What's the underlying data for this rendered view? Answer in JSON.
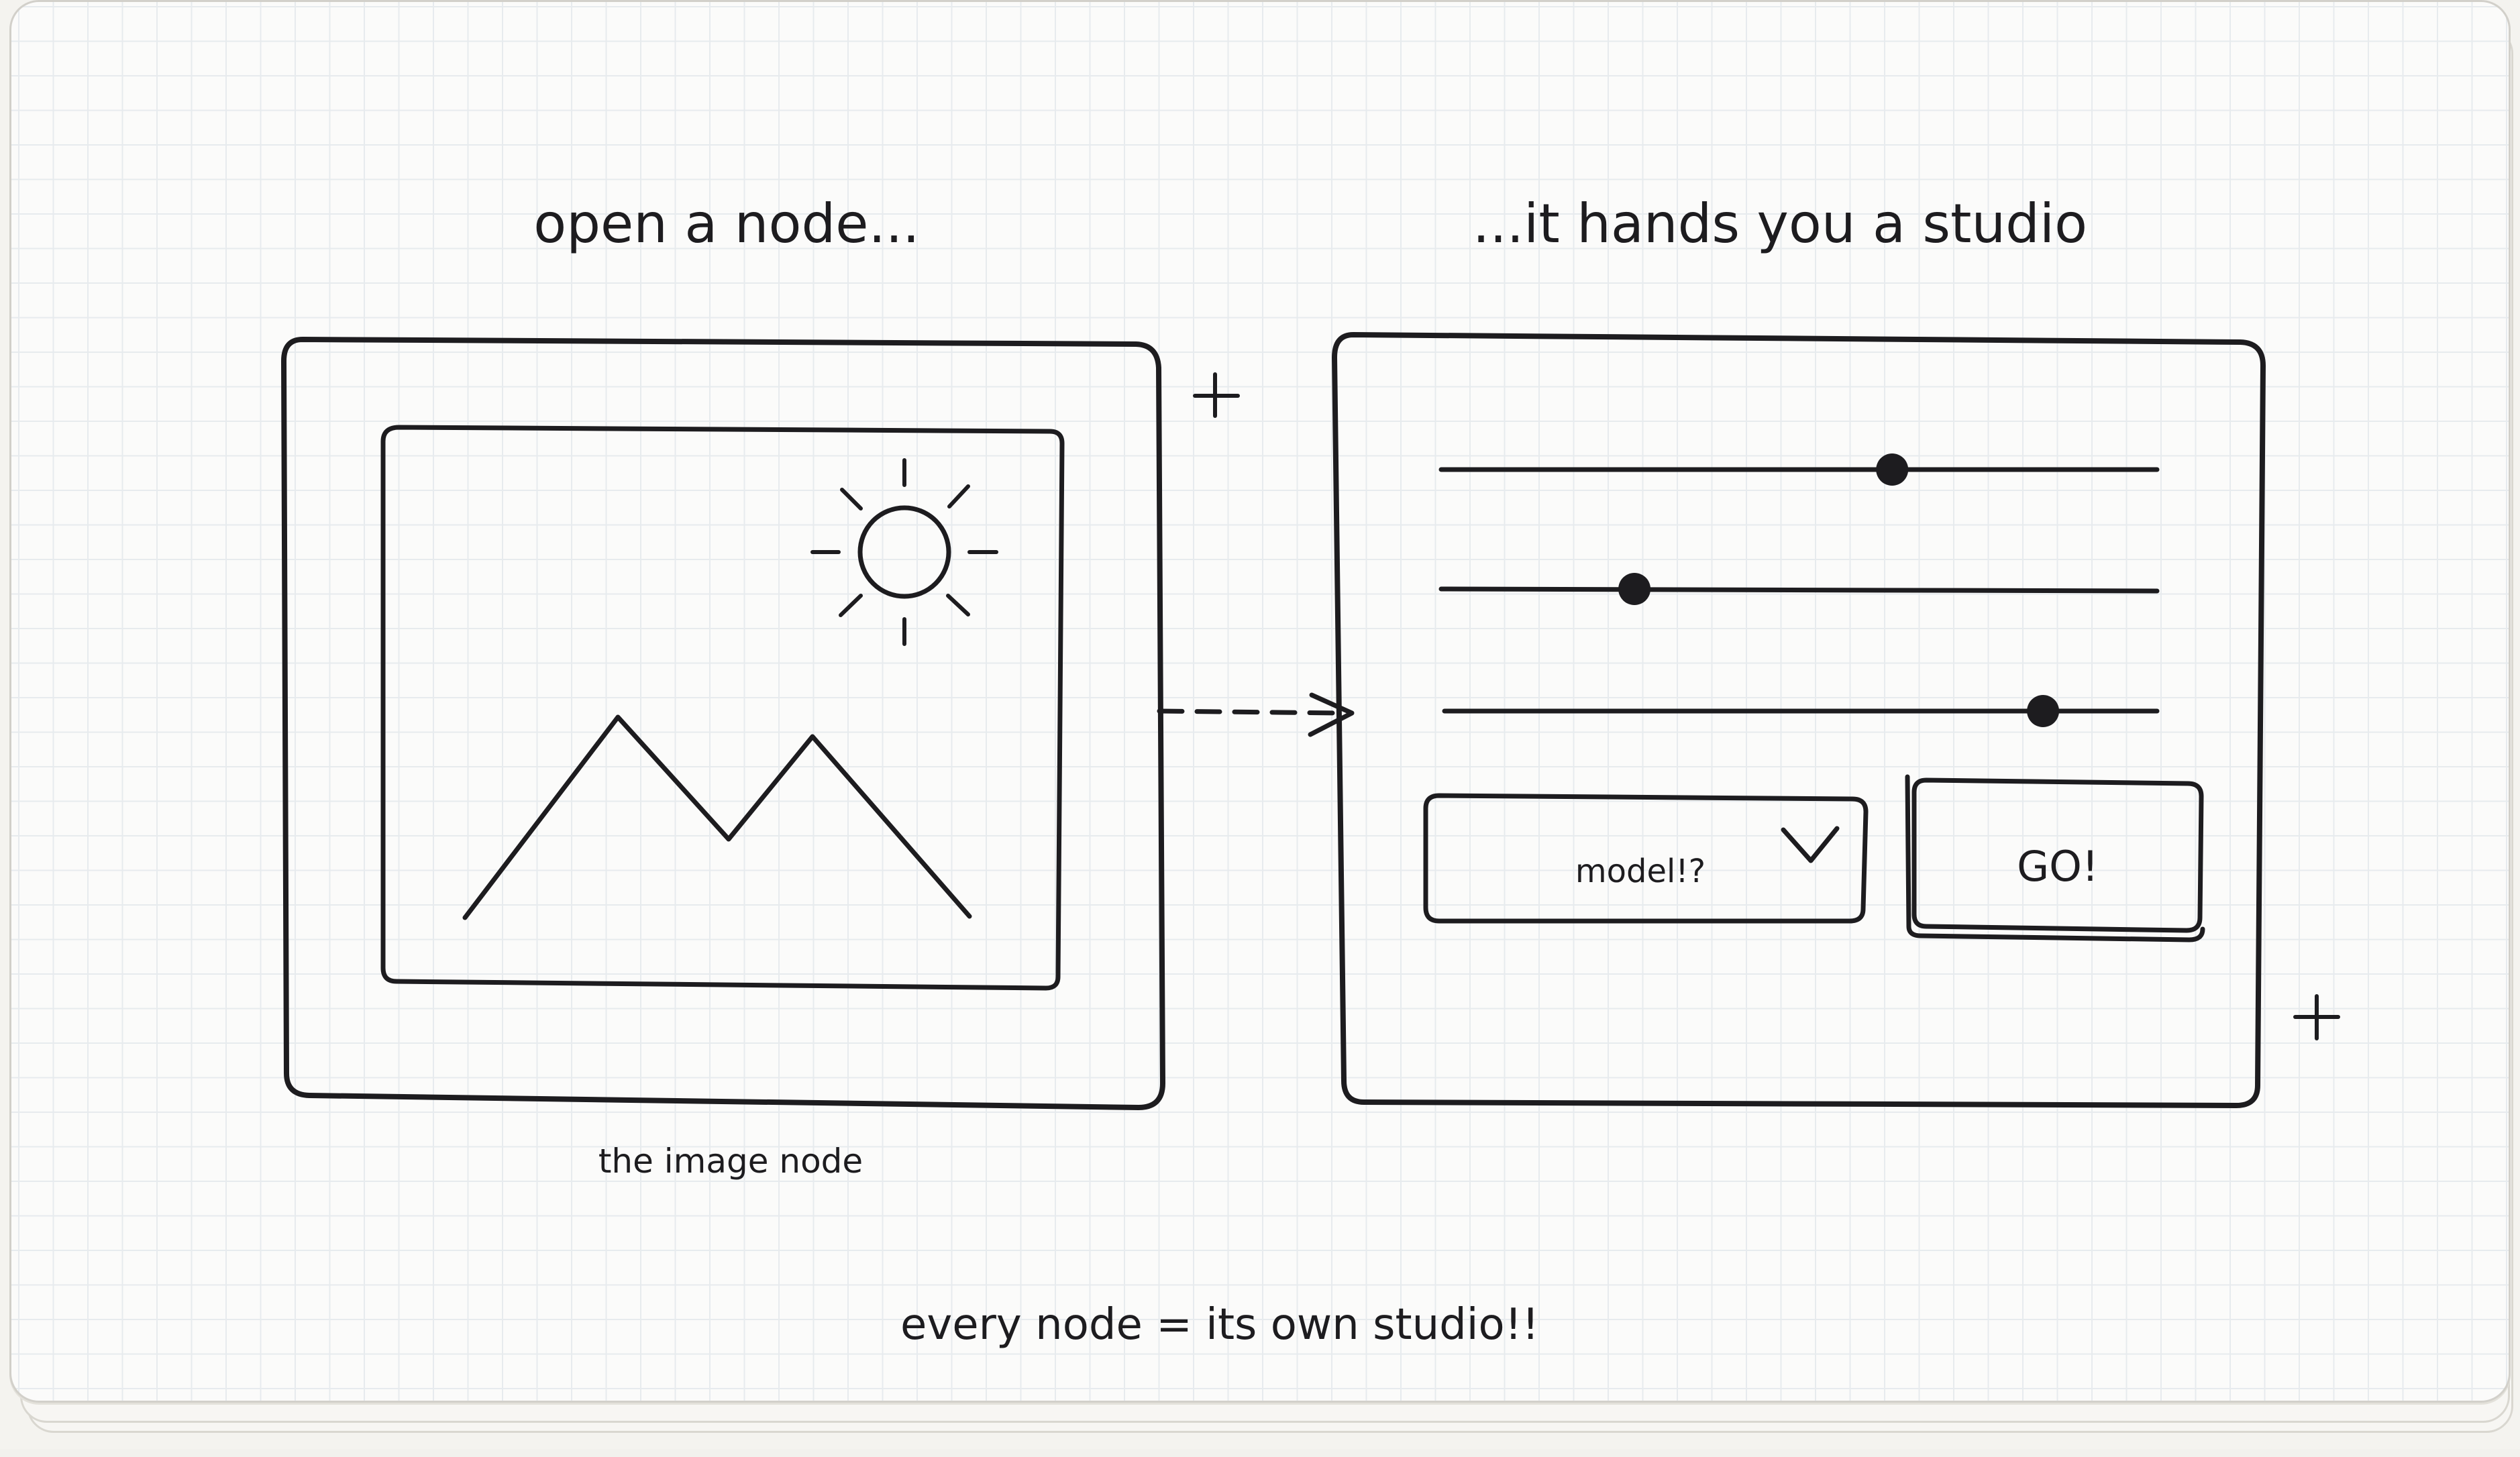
{
  "left_panel": {
    "heading": "open a node...",
    "caption": "the image node"
  },
  "right_panel": {
    "heading": "...it hands you a studio",
    "sliders": [
      {
        "value": 0.63
      },
      {
        "value": 0.27
      },
      {
        "value": 0.84
      }
    ],
    "dropdown_label": "model!?",
    "button_label": "GO!"
  },
  "footer": {
    "text": "every node = its own studio!!"
  },
  "colors": {
    "ink": "#1d1c1f",
    "paper": "#fbfbfa",
    "grid": "#e7ebee"
  }
}
